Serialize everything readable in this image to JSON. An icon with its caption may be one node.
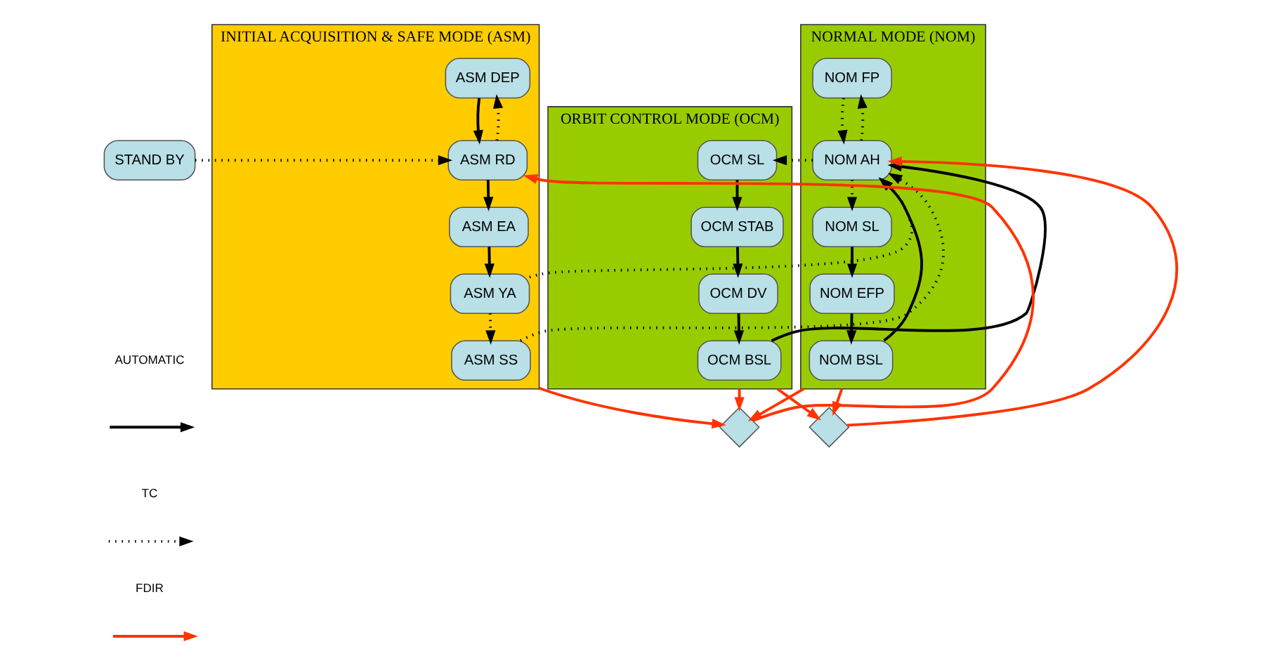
{
  "diagram": {
    "nodes": [
      {
        "text": [
          "STAND BY"
        ]
      },
      {
        "text": [
          "INITIAL ACQUISITION & SAFE MODE (ASM)"
        ]
      },
      {
        "text": [
          "ASM DEP"
        ],
        "in": 1
      },
      {
        "text": [
          "ASM RD"
        ],
        "in": 1
      },
      {
        "text": [
          "ASM EA"
        ],
        "in": 1
      },
      {
        "text": [
          "ASM YA"
        ],
        "in": 1
      },
      {
        "text": [
          "ASM SS"
        ],
        "in": 1
      },
      {
        "text": [
          "NORMAL MODE (NOM)"
        ]
      },
      {
        "text": [
          "NOM FP"
        ],
        "in": 7
      },
      {
        "text": [
          "NOM AH"
        ],
        "in": 7
      },
      {
        "text": [
          "NOM SL"
        ],
        "in": 7
      },
      {
        "text": [
          "NOM EFP"
        ],
        "in": 7
      },
      {
        "text": [
          "NOM BSL"
        ],
        "in": 7
      },
      {
        "text": [
          "ORBIT CONTROL MODE (OCM)"
        ]
      },
      {
        "text": [
          "OCM SL"
        ],
        "in": 13
      },
      {
        "text": [
          "OCM STAB"
        ],
        "in": 13
      },
      {
        "text": [
          "OCM DV"
        ],
        "in": 13
      },
      {
        "text": [
          "OCM BSL"
        ],
        "in": 13
      },
      {
        "text": [],
        "shape": "diamond"
      },
      {
        "text": [],
        "shape": "diamond"
      }
    ],
    "edges": [
      {
        "from": 0,
        "to": 3,
        "arrow": "to",
        "style": "dashed"
      },
      {
        "from": 3,
        "to": 2,
        "arrow": "to",
        "style": "dashed"
      },
      {
        "from": 2,
        "to": 3,
        "arrow": "to"
      },
      {
        "from": 3,
        "to": 4,
        "arrow": "to"
      },
      {
        "from": 4,
        "to": 5,
        "arrow": "to"
      },
      {
        "from": 5,
        "to": 6,
        "arrow": "to",
        "style": "dashed"
      },
      {
        "from": 5,
        "to": 9,
        "arrow": "to",
        "style": "dashed"
      },
      {
        "from": 6,
        "to": 9,
        "arrow": "to",
        "style": "dashed"
      },
      {
        "from": 9,
        "to": 8,
        "arrow": "to",
        "style": "dashed"
      },
      {
        "from": 8,
        "to": 9,
        "arrow": "to",
        "style": "dashed"
      },
      {
        "from": 9,
        "to": 10,
        "arrow": "to",
        "style": "dashed"
      },
      {
        "from": 10,
        "to": 11,
        "arrow": "to"
      },
      {
        "from": 11,
        "to": 12,
        "arrow": "to"
      },
      {
        "from": 12,
        "to": 9,
        "arrow": "to"
      },
      {
        "from": 9,
        "to": 14,
        "arrow": "to",
        "style": "dashed"
      },
      {
        "from": 14,
        "to": 15,
        "arrow": "to"
      },
      {
        "from": 15,
        "to": 16,
        "arrow": "to"
      },
      {
        "from": 16,
        "to": 17,
        "arrow": "to"
      },
      {
        "from": 17,
        "to": 9,
        "arrow": "to"
      },
      {
        "from": 1,
        "to": 18,
        "arrow": "to",
        "color": "#ff3300"
      },
      {
        "from": 7,
        "to": 18,
        "arrow": "to",
        "color": "#ff3300"
      },
      {
        "from": 18,
        "to": 3,
        "arrow": "to",
        "color": "#ff3300"
      },
      {
        "from": 7,
        "to": 19,
        "arrow": "to",
        "color": "#ff3300"
      },
      {
        "from": 13,
        "to": 19,
        "arrow": "to",
        "color": "#ff3300"
      },
      {
        "from": 19,
        "to": 9,
        "arrow": "to",
        "color": "#ff3300"
      },
      {
        "from": 13,
        "to": 18,
        "arrow": "to",
        "color": "#ff3300"
      }
    ],
    "legend": [
      {
        "text": "AUTOMATIC"
      },
      {
        "text": "TC"
      },
      {
        "text": "FDIR"
      }
    ]
  }
}
